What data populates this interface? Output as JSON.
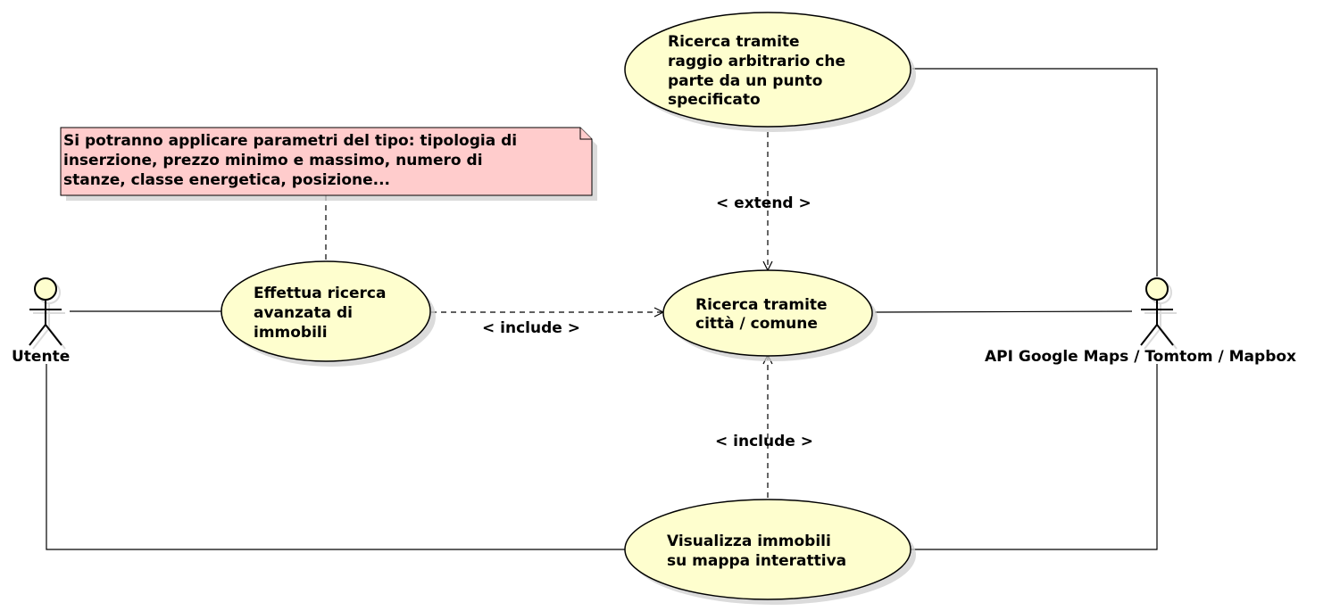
{
  "colors": {
    "usecase_fill": "#FEFECE",
    "note_fill": "#FFCCCC",
    "actor_fill": "#FEFECE",
    "stroke": "#000000"
  },
  "actors": {
    "user": {
      "label": "Utente",
      "icon": "stick-figure-icon"
    },
    "api": {
      "label": "API Google Maps / Tomtom / Mapbox",
      "icon": "stick-figure-icon"
    }
  },
  "usecases": {
    "advanced_search": {
      "lines": [
        "Effettua ricerca",
        "avanzata di",
        "immobili"
      ]
    },
    "radius_search": {
      "lines": [
        "Ricerca tramite",
        "raggio arbitrario che",
        "parte da un punto",
        "specificato"
      ]
    },
    "city_search": {
      "lines": [
        "Ricerca tramite",
        "città / comune"
      ]
    },
    "map_view": {
      "lines": [
        "Visualizza immobili",
        "su mappa interattiva"
      ]
    }
  },
  "note": {
    "lines": [
      "Si potranno applicare parametri del tipo: tipologia di",
      "inserzione, prezzo minimo e massimo, numero di",
      "stanze, classe energetica, posizione..."
    ]
  },
  "relations": {
    "include_advanced": "< include >",
    "extend_radius": "< extend >",
    "include_map": "< include >"
  }
}
